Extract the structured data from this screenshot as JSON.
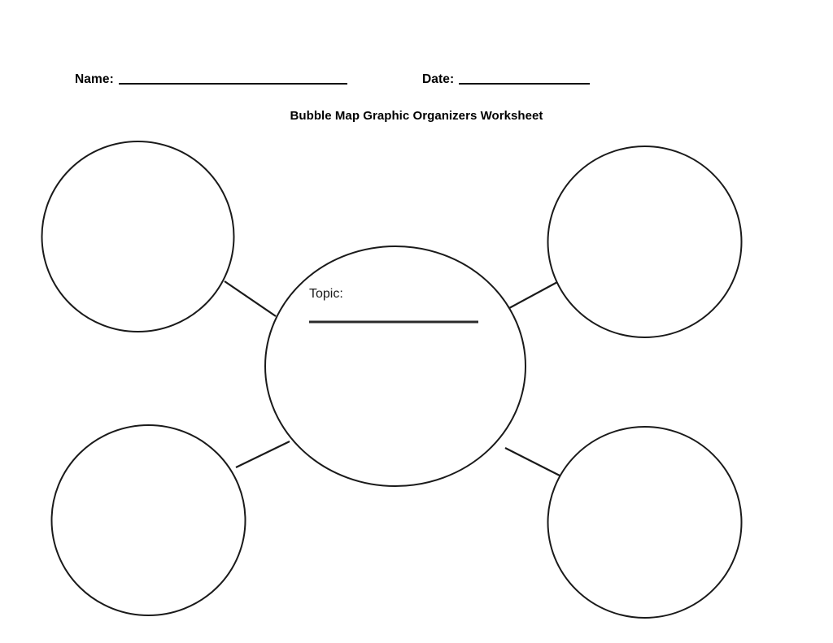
{
  "document": {
    "title": "Bubble Map Graphic Organizers Worksheet",
    "background_color": "#ffffff",
    "ink_color": "#1a1a1a"
  },
  "header": {
    "name_label": "Name:",
    "date_label": "Date:",
    "name_value": "",
    "date_value": ""
  },
  "center_bubble": {
    "label": "Topic:",
    "value": ""
  },
  "bubbles": [
    {
      "id": "top-left",
      "label": "",
      "value": ""
    },
    {
      "id": "top-right",
      "label": "",
      "value": ""
    },
    {
      "id": "bottom-left",
      "label": "",
      "value": ""
    },
    {
      "id": "bottom-right",
      "label": "",
      "value": ""
    }
  ]
}
